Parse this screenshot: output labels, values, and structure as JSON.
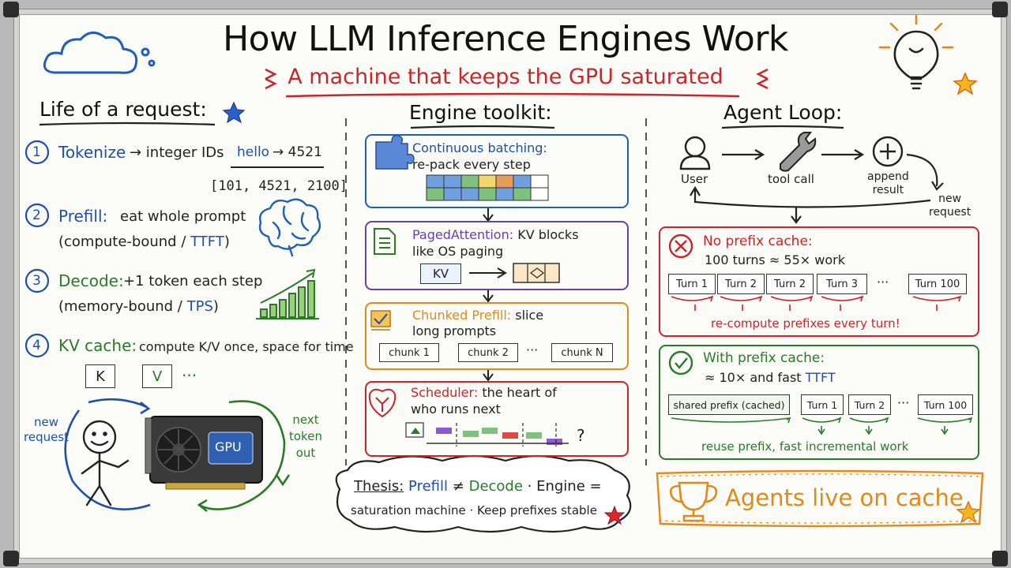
{
  "title": "How LLM Inference Engines Work",
  "subtitle": "A machine that keeps the GPU saturated",
  "left": {
    "heading": "Life of a request:",
    "steps": [
      {
        "num": "1",
        "key": "Tokenize",
        "rest": "→ integer IDs"
      },
      {
        "num": "2",
        "key": "Prefill:",
        "rest": "eat whole prompt",
        "line2a": "(compute-bound / ",
        "line2b": "TTFT",
        "line2c": ")"
      },
      {
        "num": "3",
        "key": "Decode:",
        "rest": "+1 token each step",
        "line2a": "(memory-bound / ",
        "line2b": "TPS",
        "line2c": ")"
      },
      {
        "num": "4",
        "key": "KV cache:",
        "rest": "compute K/V once, space for time"
      }
    ],
    "token_word": "hello",
    "token_arrow": "→ 4521",
    "token_ids": "[101, 4521, 2100]",
    "kv_k": "K",
    "kv_v": "V",
    "kv_dots": "···",
    "loop_in": "new\nrequest",
    "loop_out": "next\ntoken\nout",
    "gpu_label": "GPU"
  },
  "middle": {
    "heading": "Engine toolkit:",
    "cards": [
      {
        "title": "Continuous batching:",
        "desc": "re-pack every step"
      },
      {
        "title": "PagedAttention:",
        "title_rest": "KV blocks",
        "desc": "like OS paging",
        "kv": "KV"
      },
      {
        "title": "Chunked Prefill:",
        "title_rest": "slice",
        "desc": "long prompts",
        "chunks": [
          "chunk 1",
          "chunk 2",
          "chunk N"
        ],
        "dots": "···"
      },
      {
        "title": "Scheduler:",
        "title_rest": "the heart of",
        "desc": "who runs next",
        "q": "?"
      }
    ],
    "thesis_a": "Thesis:",
    "thesis_b": "Prefill",
    "thesis_c": "≠",
    "thesis_d": "Decode",
    "thesis_e": "· Engine =",
    "thesis_f": "saturation machine · Keep prefixes stable"
  },
  "right": {
    "heading": "Agent Loop:",
    "user": "User",
    "tool": "tool call",
    "append": "append\nresult",
    "new_request": "new\nrequest",
    "no_cache_title": "No prefix cache:",
    "no_cache_desc": "100 turns ≈ 55× work",
    "no_cache_turns": [
      "Turn 1",
      "Turn 2",
      "Turn 2",
      "Turn 3"
    ],
    "no_cache_last": "Turn 100",
    "dots": "···",
    "no_cache_note": "re-compute prefixes every turn!",
    "cache_title": "With prefix cache:",
    "cache_desc_a": "≈ 10× and fast ",
    "cache_desc_b": "TTFT",
    "shared": "shared prefix (cached)",
    "cache_turns": [
      "Turn 1",
      "Turn 2"
    ],
    "cache_last": "Turn 100",
    "cache_note": "reuse prefix, fast incremental work",
    "banner": "Agents live on cache"
  },
  "colors": {
    "blue": "#1f4fa8",
    "red": "#c8262b",
    "green": "#2a7a2a",
    "orange": "#e08a1c",
    "purple": "#6b3fa8"
  }
}
